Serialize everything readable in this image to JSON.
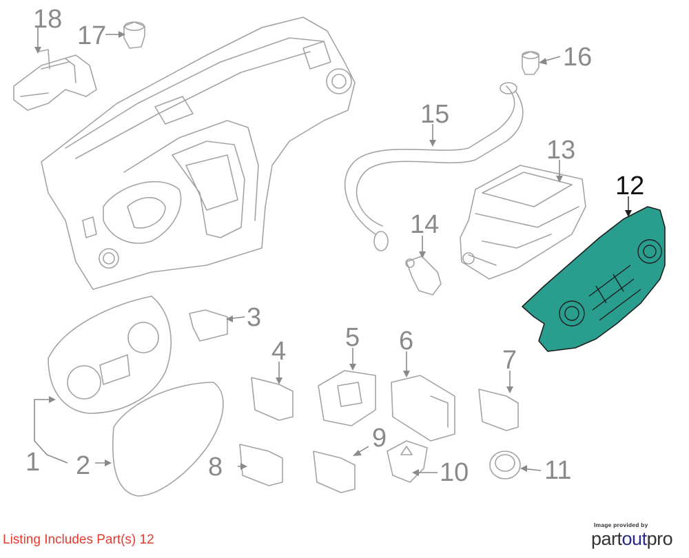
{
  "diagram": {
    "callouts": [
      {
        "id": "1",
        "label": "1"
      },
      {
        "id": "2",
        "label": "2"
      },
      {
        "id": "3",
        "label": "3"
      },
      {
        "id": "4",
        "label": "4"
      },
      {
        "id": "5",
        "label": "5"
      },
      {
        "id": "6",
        "label": "6"
      },
      {
        "id": "7",
        "label": "7"
      },
      {
        "id": "8",
        "label": "8"
      },
      {
        "id": "9",
        "label": "9"
      },
      {
        "id": "10",
        "label": "10"
      },
      {
        "id": "11",
        "label": "11"
      },
      {
        "id": "12",
        "label": "12",
        "highlighted": true
      },
      {
        "id": "13",
        "label": "13"
      },
      {
        "id": "14",
        "label": "14"
      },
      {
        "id": "15",
        "label": "15"
      },
      {
        "id": "16",
        "label": "16"
      },
      {
        "id": "17",
        "label": "17"
      },
      {
        "id": "18",
        "label": "18"
      }
    ],
    "colors": {
      "highlight": "#2a9e8e",
      "part_outline": "#a3a3a3",
      "callout_text": "#8a8a8a",
      "listing_text": "#e53a2e",
      "brand_accent": "#2a2a8c"
    }
  },
  "footer": {
    "listing_text": "Listing Includes Part(s) 12",
    "provided_by": "Image provided by",
    "brand": {
      "part": "part",
      "out": "out",
      "pro": "pro"
    }
  }
}
